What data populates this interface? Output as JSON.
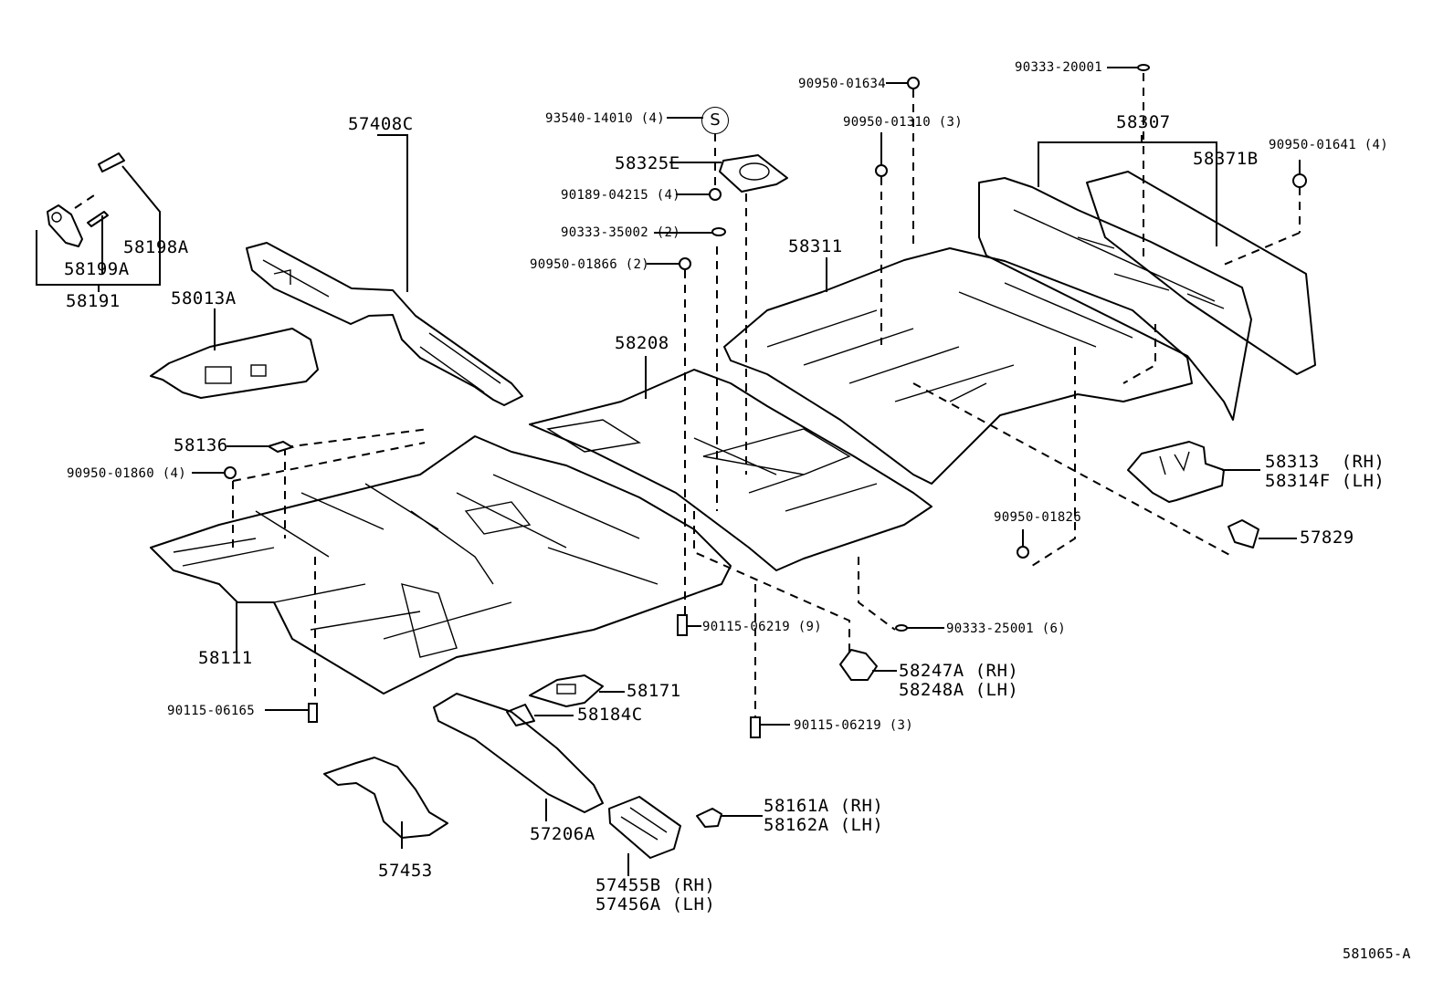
{
  "diagram": {
    "title": "Floor pan & floor member parts diagram",
    "figure_code": "581065-A",
    "callouts": [
      {
        "id": "57408C",
        "label": "57408C"
      },
      {
        "id": "58198A",
        "label": "58198A"
      },
      {
        "id": "58199A",
        "label": "58199A"
      },
      {
        "id": "58191",
        "label": "58191"
      },
      {
        "id": "58013A",
        "label": "58013A"
      },
      {
        "id": "93540-14010",
        "label": "93540-14010 (4)"
      },
      {
        "id": "S-mark",
        "label": "S"
      },
      {
        "id": "58325E",
        "label": "58325E"
      },
      {
        "id": "90189-04215",
        "label": "90189-04215 (4)"
      },
      {
        "id": "90333-35002",
        "label": "90333-35002 (2)"
      },
      {
        "id": "90950-01866",
        "label": "90950-01866 (2)"
      },
      {
        "id": "90950-01634",
        "label": "90950-01634"
      },
      {
        "id": "90950-01310",
        "label": "90950-01310 (3)"
      },
      {
        "id": "90333-20001",
        "label": "90333-20001"
      },
      {
        "id": "58307",
        "label": "58307"
      },
      {
        "id": "58371B",
        "label": "58371B"
      },
      {
        "id": "90950-01641",
        "label": "90950-01641 (4)"
      },
      {
        "id": "58311",
        "label": "58311"
      },
      {
        "id": "58208",
        "label": "58208"
      },
      {
        "id": "58136",
        "label": "58136"
      },
      {
        "id": "90950-01860",
        "label": "90950-01860 (4)"
      },
      {
        "id": "58313-58314F",
        "lines": [
          "58313  (RH)",
          "58314F (LH)"
        ]
      },
      {
        "id": "90950-01826",
        "label": "90950-01826"
      },
      {
        "id": "57829",
        "label": "57829"
      },
      {
        "id": "58111",
        "label": "58111"
      },
      {
        "id": "90115-06219-9",
        "label": "90115-06219 (9)"
      },
      {
        "id": "90333-25001",
        "label": "90333-25001 (6)"
      },
      {
        "id": "58247A-58248A",
        "lines": [
          "58247A (RH)",
          "58248A (LH)"
        ]
      },
      {
        "id": "58171",
        "label": "58171"
      },
      {
        "id": "58184C",
        "label": "58184C"
      },
      {
        "id": "90115-06165",
        "label": "90115-06165"
      },
      {
        "id": "90115-06219-3",
        "label": "90115-06219 (3)"
      },
      {
        "id": "58161A-58162A",
        "lines": [
          "58161A (RH)",
          "58162A (LH)"
        ]
      },
      {
        "id": "57453",
        "label": "57453"
      },
      {
        "id": "57206A",
        "label": "57206A"
      },
      {
        "id": "57455B-57456A",
        "lines": [
          "57455B (RH)",
          "57456A (LH)"
        ]
      }
    ]
  }
}
